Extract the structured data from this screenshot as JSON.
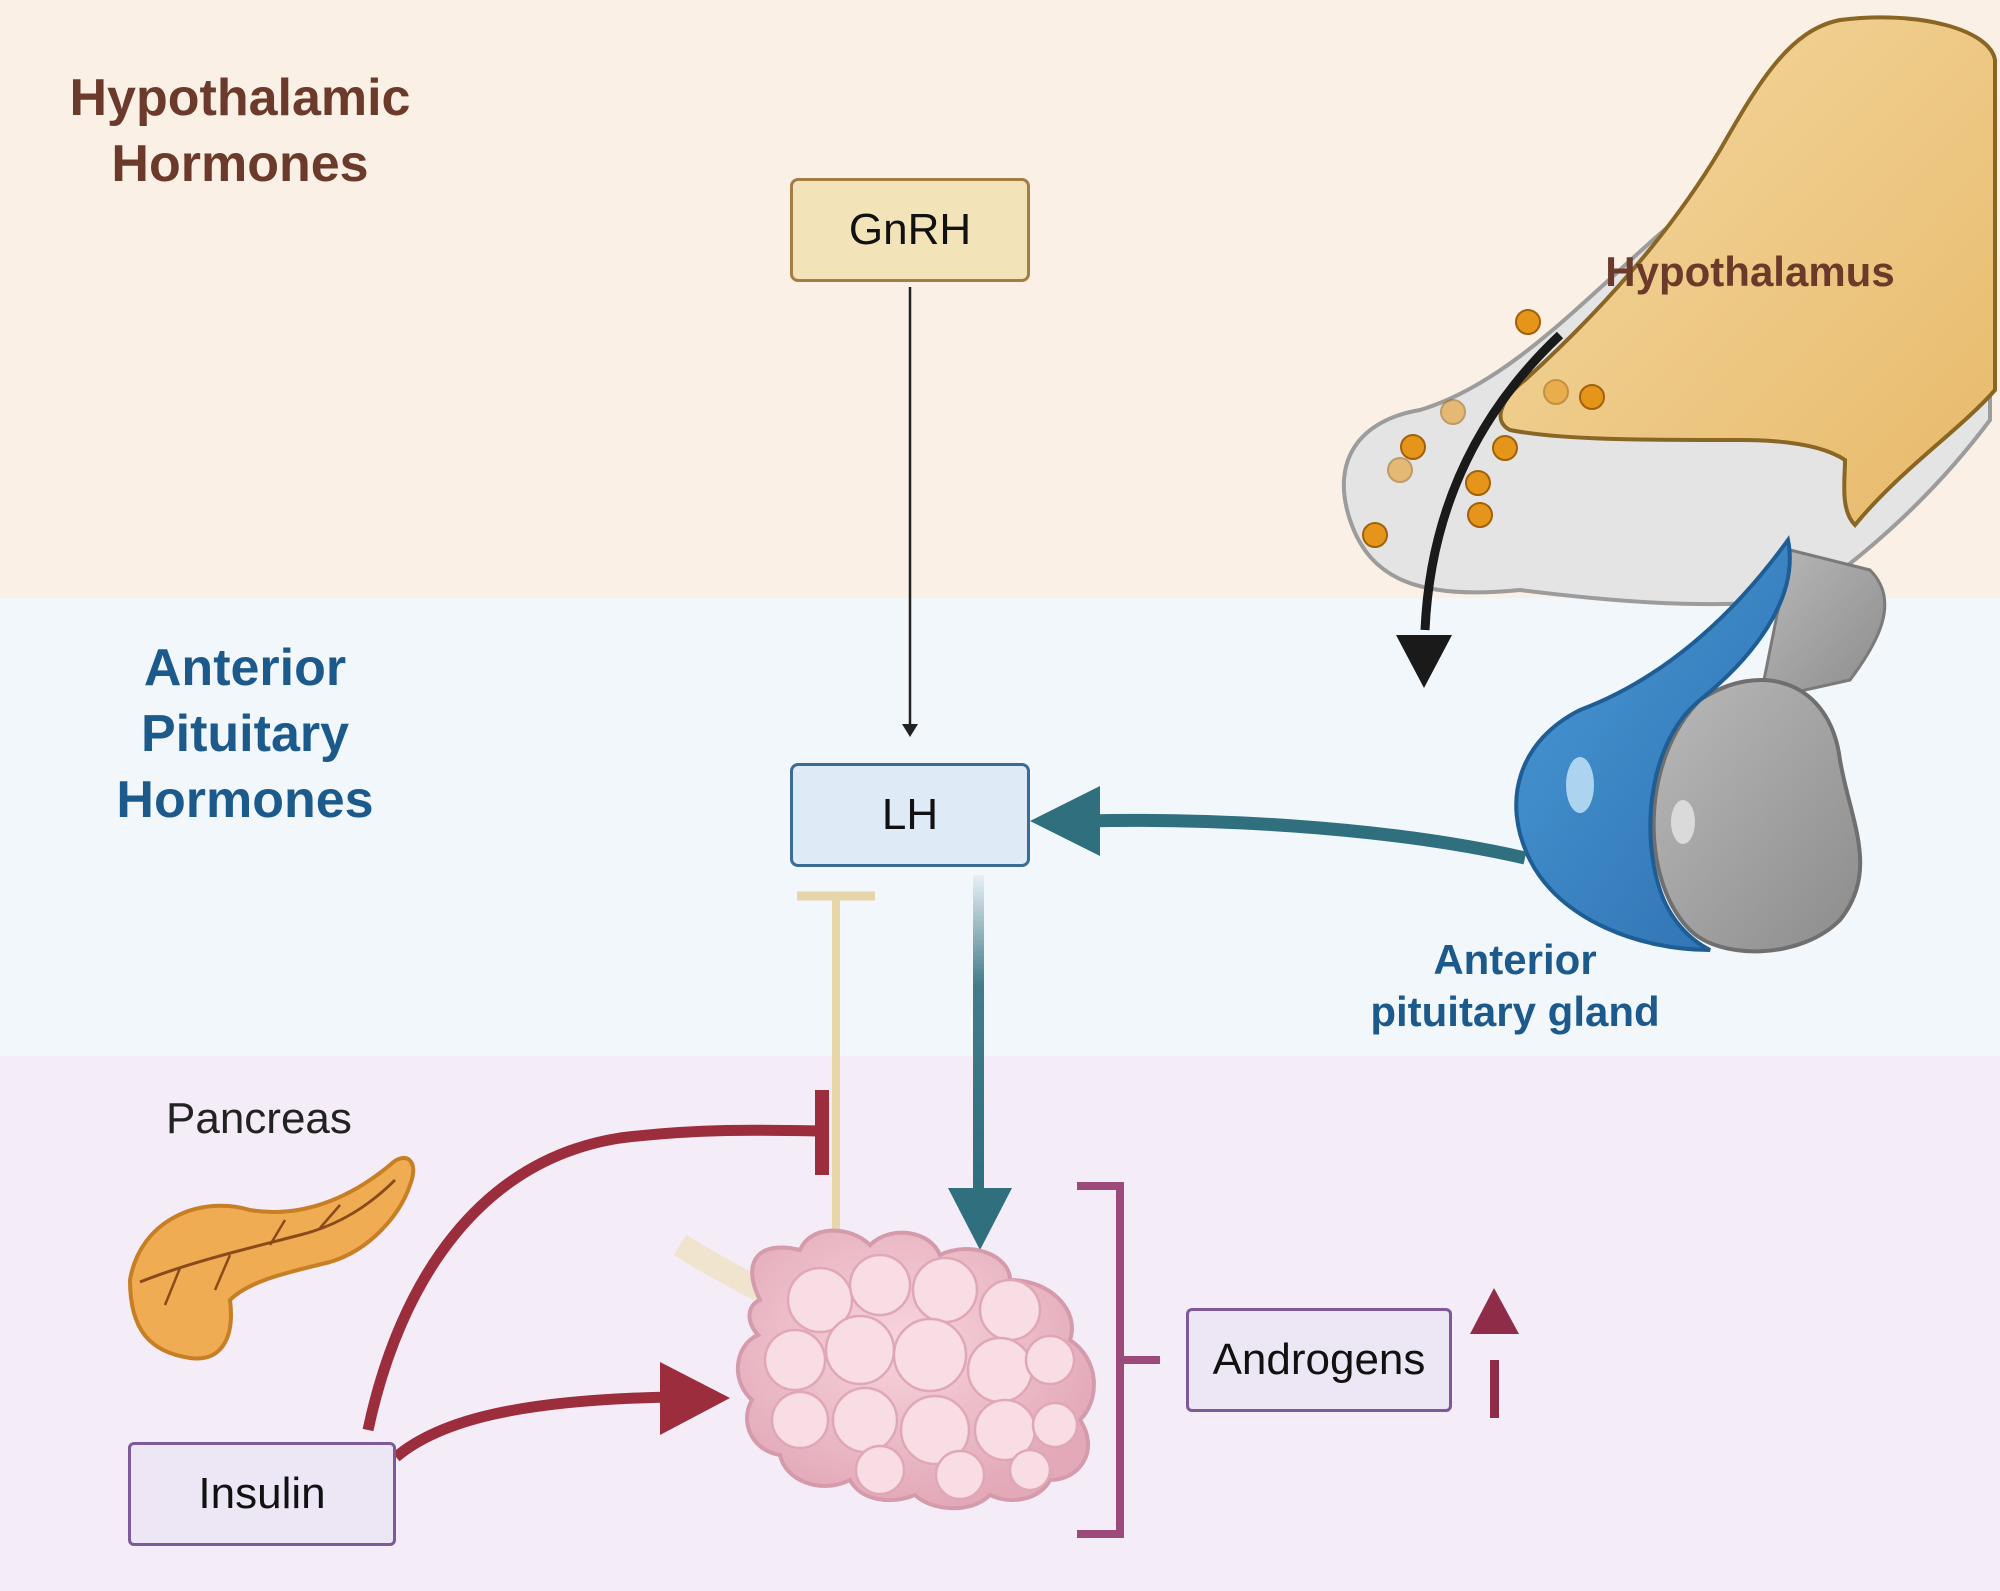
{
  "sections": {
    "hypothalamic": "Hypothalamic\nHormones",
    "anterior_pituitary": "Anterior\nPituitary\nHormones"
  },
  "boxes": {
    "gnrh": "GnRH",
    "lh": "LH",
    "androgens": "Androgens",
    "insulin": "Insulin"
  },
  "organs": {
    "hypothalamus": "Hypothalamus",
    "anterior_pituitary_gland": "Anterior\npituitary gland",
    "pancreas": "Pancreas"
  },
  "colors": {
    "hypothalamic_band": "#fbf0e5",
    "pituitary_band": "#f2f7fc",
    "ovary_band": "#f4edf7",
    "hypothalamic_text": "#6b3a2a",
    "pituitary_text": "#1d5a8c",
    "gnrh_box_fill": "#f3e3b9",
    "gnrh_box_border": "#a37d45",
    "lh_box_fill": "#deebf7",
    "lh_box_border": "#3b6d94",
    "teal_arrow": "#2f6f7e",
    "insulin_arrow": "#9b2d3c",
    "inhibition_line": "#e6d6a8",
    "bracket": "#9b4a7a",
    "purple_box_border": "#7e5a9b",
    "purple_box_fill": "#ece6f5"
  },
  "icons": [
    "hypothalamus-pituitary-illustration",
    "pancreas-illustration",
    "ovary-illustration",
    "up-arrow-icon"
  ]
}
